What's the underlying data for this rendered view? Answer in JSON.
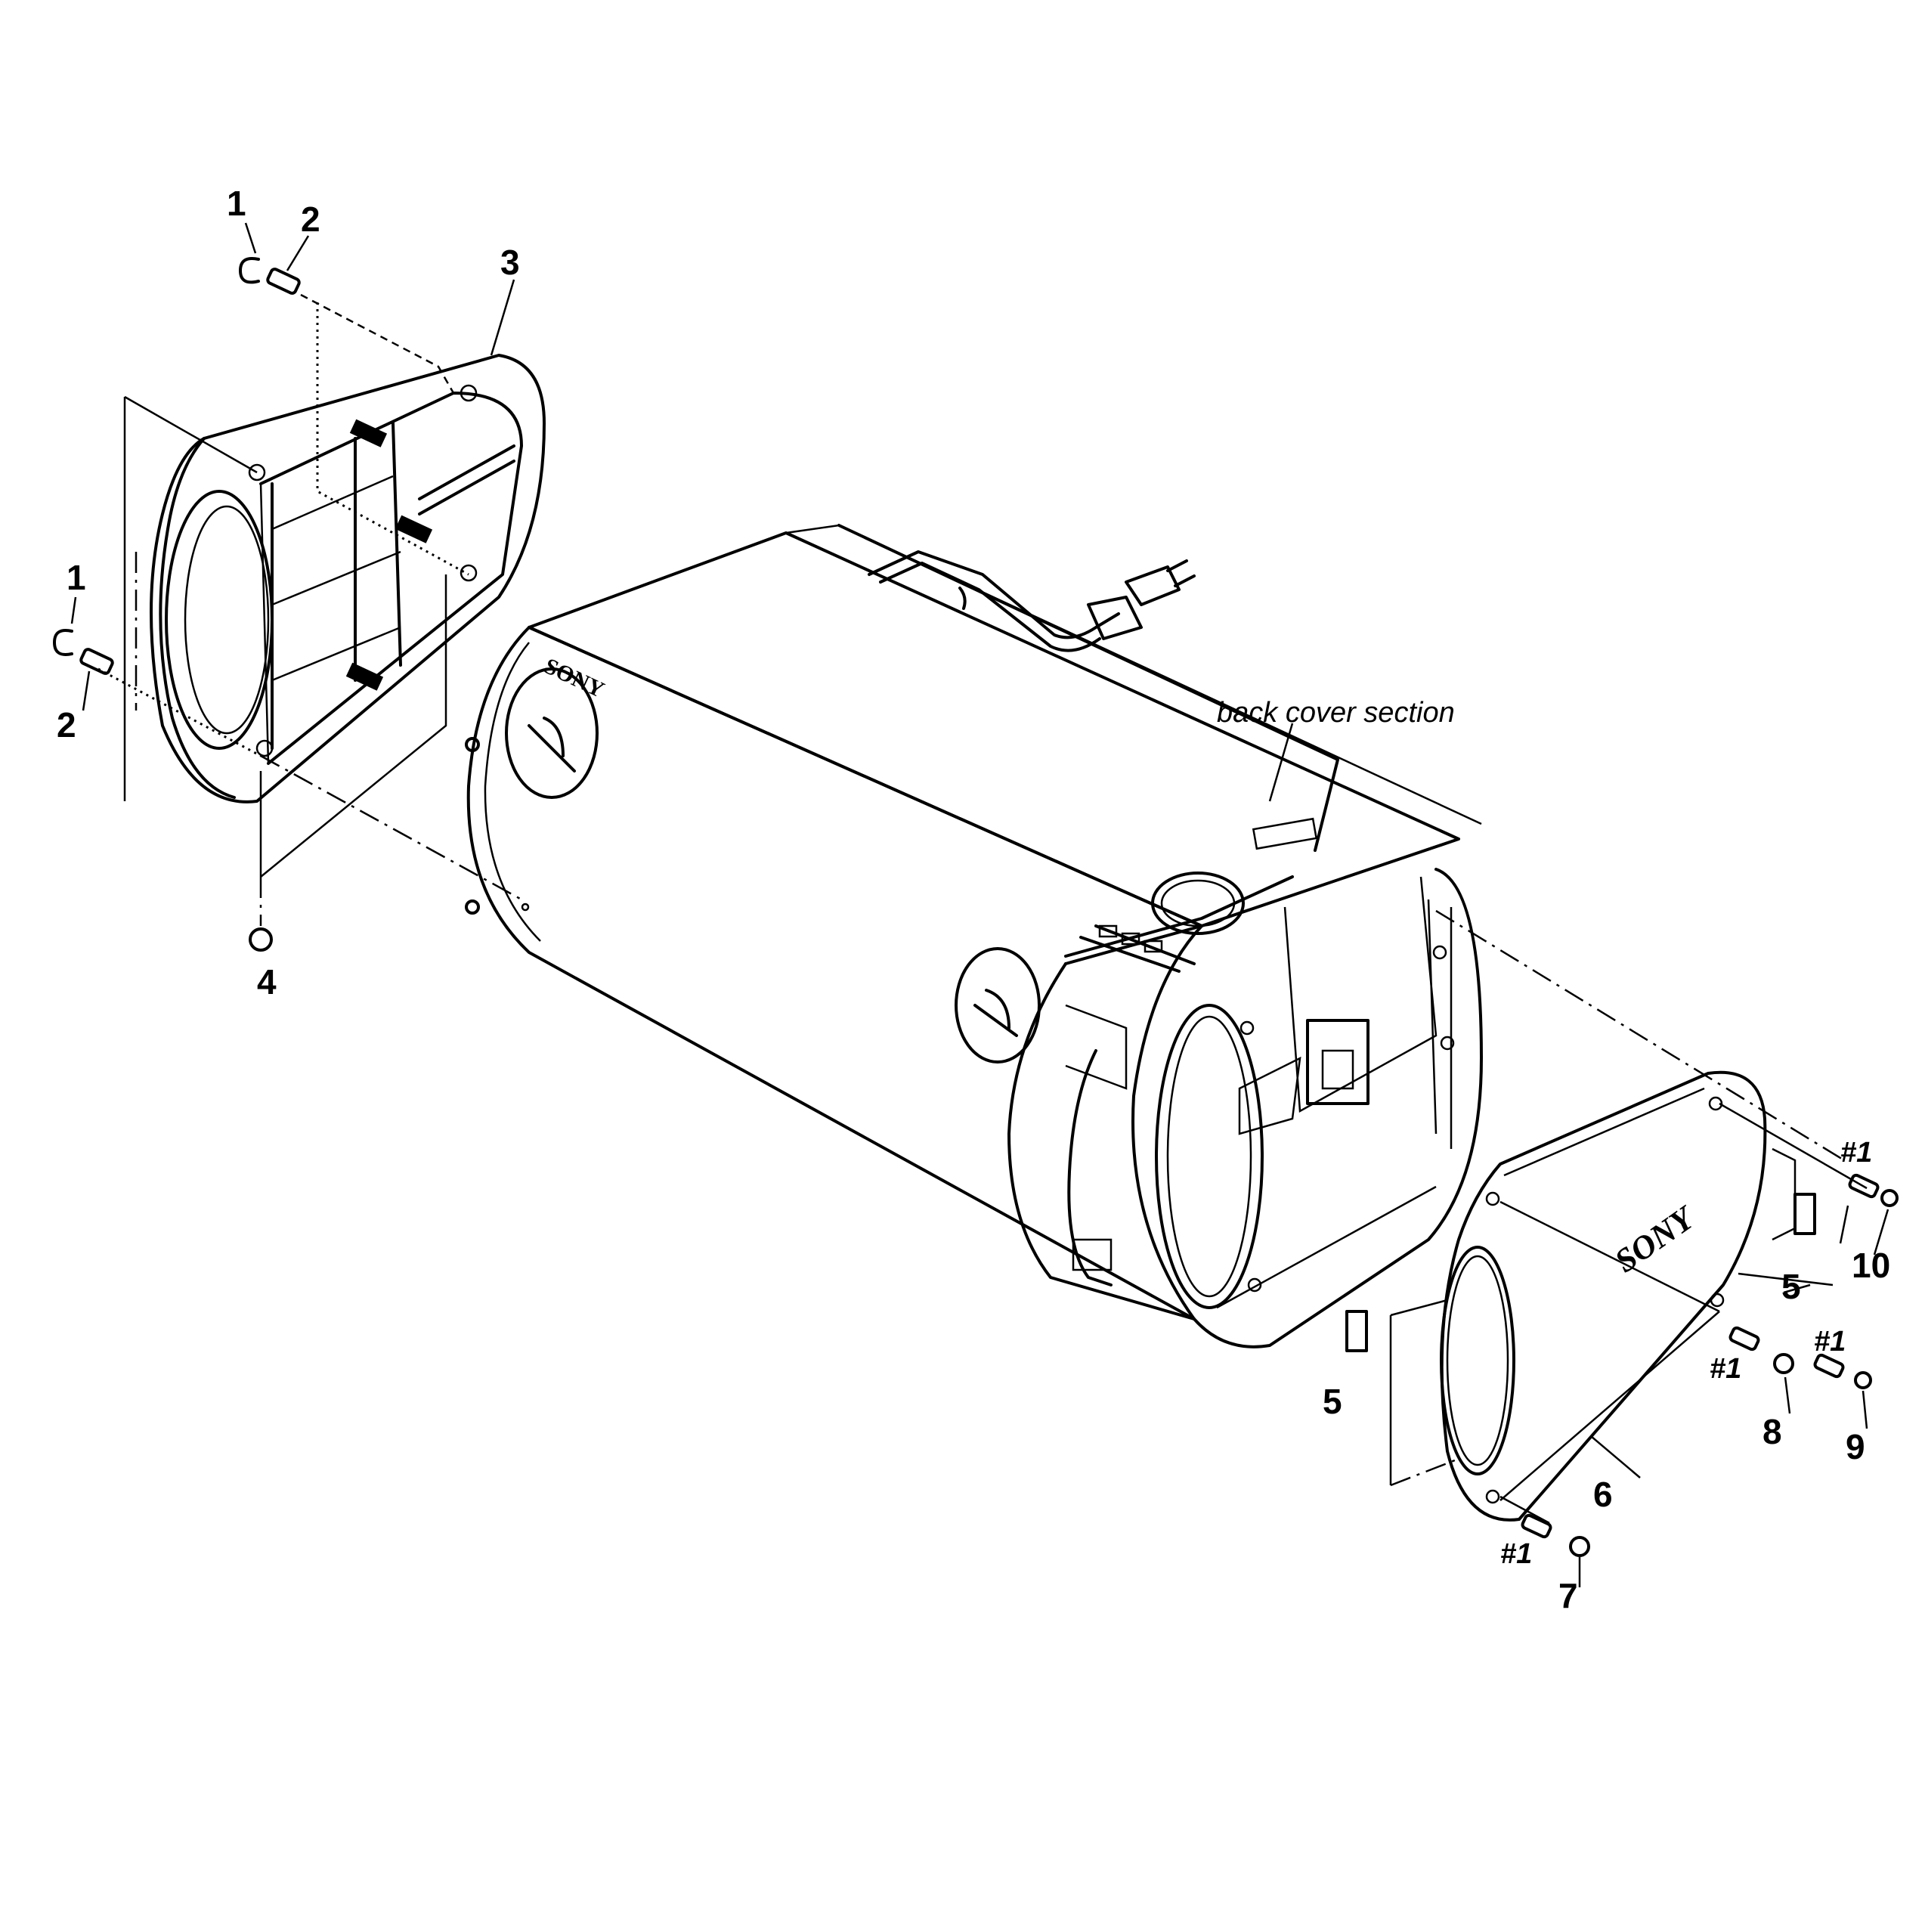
{
  "labels": {
    "c1a": "1",
    "c2a": "2",
    "c3": "3",
    "c1b": "1",
    "c2b": "2",
    "c4": "4",
    "c5a": "5",
    "c5b": "5",
    "c6": "6",
    "c7": "7",
    "c8": "8",
    "c9": "9",
    "c10": "10"
  },
  "refs": {
    "r1": "#1",
    "r2": "#1",
    "r3": "#1",
    "r4": "#1"
  },
  "callout": "back cover section",
  "logos": {
    "main_body": "SONY",
    "side_panel": "SONY"
  }
}
